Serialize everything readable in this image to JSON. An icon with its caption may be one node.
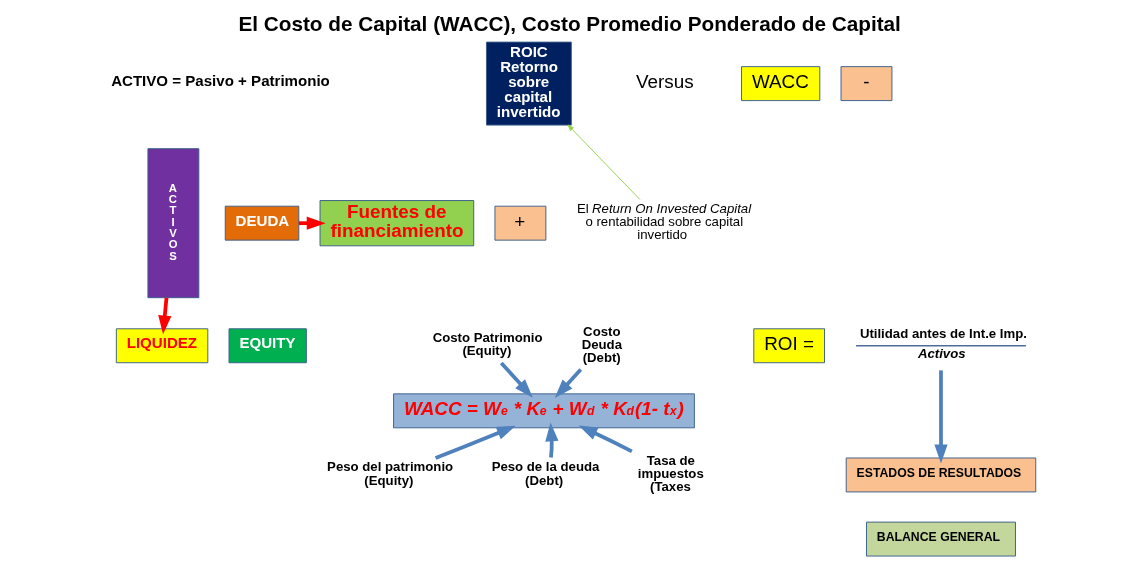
{
  "diagram": {
    "title": "El Costo de Capital (WACC), Costo Promedio Ponderado de Capital",
    "nodes": [
      {
        "text": [
          "ACTIVOS"
        ]
      },
      {
        "text": [
          "DEUDA"
        ]
      },
      {
        "text": [
          "EQUITY"
        ]
      },
      {
        "text": [
          "Fuentes de financiamiento"
        ]
      },
      {
        "text": [
          "LIQUIDEZ"
        ]
      },
      {
        "text": [
          "WACC = W$_{e}$ * K$_{e}$ + W$_{d}$ * K$_{d}$(1- t$_{x}$)"
        ]
      },
      {
        "text": [
          "Costo Patrimonio (Equity)"
        ]
      },
      {
        "text": [
          "Costo Deuda (Debt)"
        ]
      },
      {
        "text": [
          "Peso del patrimonio (Equity)"
        ]
      },
      {
        "text": [
          "Peso de la deuda (Debt)"
        ]
      },
      {
        "text": [
          "Tasa de impuestos (Taxes"
        ]
      },
      {
        "text": [
          "ROIC Retorno sobre capital invertido"
        ]
      },
      {
        "text": [
          "+"
        ]
      },
      {
        "text": [
          "El *Return On Invested Capital* o rentabilidad sobre capital invertido"
        ]
      },
      {
        "text": [
          "WACC"
        ]
      },
      {
        "text": [
          "-"
        ]
      },
      {
        "text": [
          "ROI ="
        ]
      },
      {
        "text": [
          "Utilidad antes de Int.e Imp.",
          "Activos"
        ]
      },
      {
        "text": [
          "ESTADOS DE RESULTADOS"
        ]
      },
      {
        "text": [
          "BALANCE GENERAL"
        ]
      }
    ],
    "edges": [
      {
        "from": 1,
        "to": 3,
        "arrow": "to",
        "color": "#ff0000"
      },
      {
        "from": 0,
        "to": 4,
        "arrow": "to",
        "color": "#ff0000"
      },
      {
        "from": 6,
        "to": 5,
        "arrow": "to"
      },
      {
        "from": 7,
        "to": 5,
        "arrow": "to"
      },
      {
        "from": 8,
        "to": 5,
        "arrow": "to"
      },
      {
        "from": 9,
        "to": 5,
        "arrow": "to"
      },
      {
        "from": 10,
        "to": 5,
        "arrow": "to"
      },
      {
        "from": 13,
        "to": 11,
        "arrow": "to",
        "color": "#92d050"
      },
      {
        "from": 17,
        "to": 18,
        "arrow": "to"
      }
    ],
    "labels": [
      "ACTIVO = Pasivo + Patrimonio",
      "Versus"
    ]
  }
}
